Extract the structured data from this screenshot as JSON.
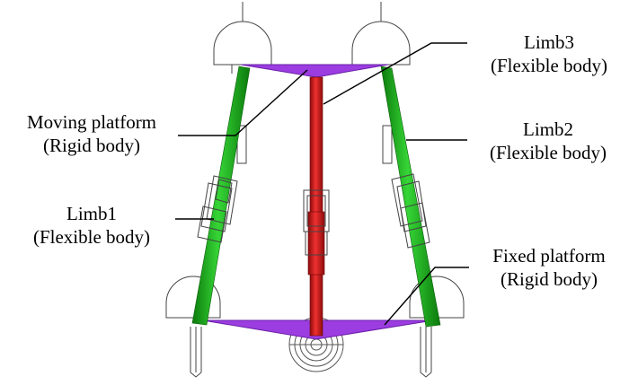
{
  "colors": {
    "limb1": "#22b522",
    "limb2": "#22b522",
    "limb3": "#d81f1f",
    "platform": "#9b3de0",
    "outline": "#444444",
    "leader": "#000000"
  },
  "labels": {
    "limb3": {
      "line1": "Limb3",
      "line2": "(Flexible body)"
    },
    "moving_platform": {
      "line1": "Moving platform",
      "line2": "(Rigid body)"
    },
    "limb2": {
      "line1": "Limb2",
      "line2": "(Flexible body)"
    },
    "limb1": {
      "line1": "Limb1",
      "line2": "(Flexible body)"
    },
    "fixed_platform": {
      "line1": "Fixed platform",
      "line2": "(Rigid body)"
    }
  }
}
